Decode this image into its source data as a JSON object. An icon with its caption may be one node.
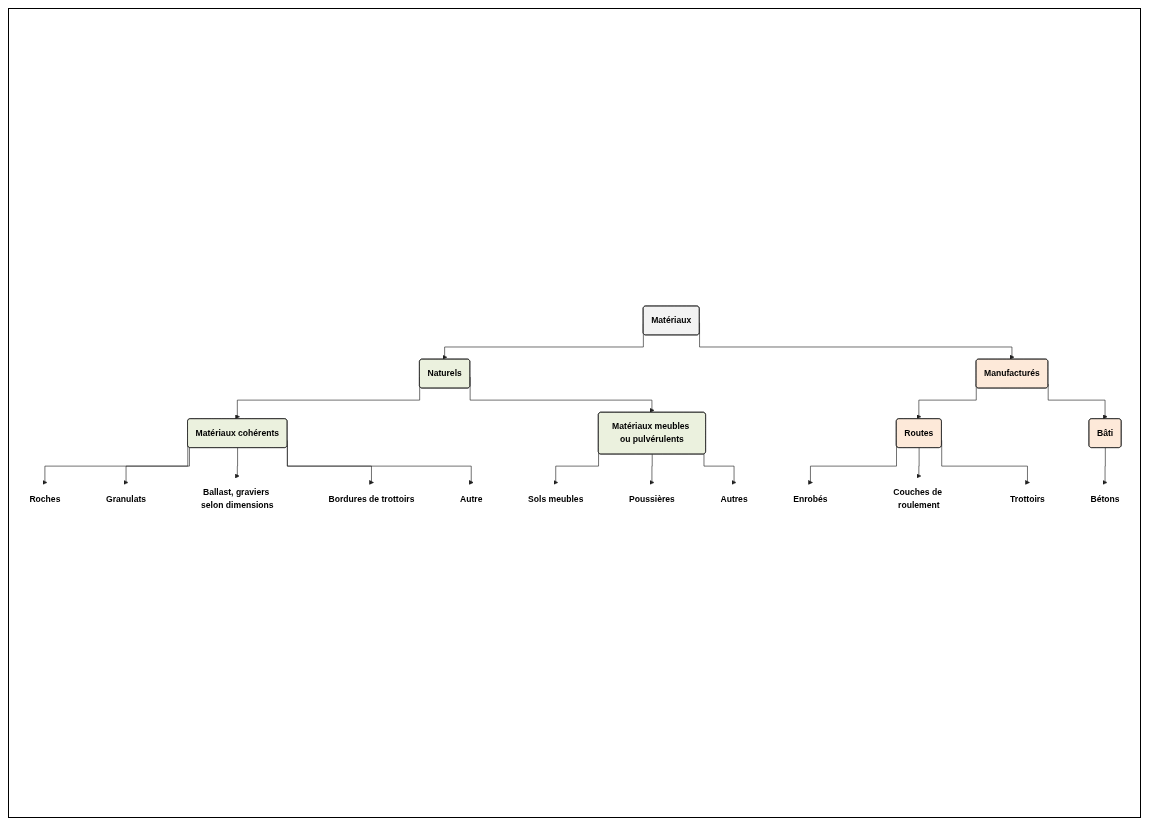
{
  "diagram": {
    "nodes": [
      {
        "text": [
          "Matériaux"
        ]
      },
      {
        "text": [
          "Naturels"
        ]
      },
      {
        "text": [
          "Manufacturés"
        ]
      },
      {
        "text": [
          "Matériaux cohérents"
        ]
      },
      {
        "text": [
          "Matériaux meubles ou pulvérulents"
        ]
      },
      {
        "text": [
          "Routes"
        ]
      },
      {
        "text": [
          "Bâti"
        ]
      },
      {
        "text": [
          "Roches"
        ]
      },
      {
        "text": [
          "Granulats"
        ]
      },
      {
        "text": [
          "Ballast, graviers selon dimensions"
        ]
      },
      {
        "text": [
          "Bordures de trottoirs"
        ]
      },
      {
        "text": [
          "Autre"
        ]
      },
      {
        "text": [
          "Sols meubles"
        ]
      },
      {
        "text": [
          "Poussières"
        ]
      },
      {
        "text": [
          "Autres"
        ]
      },
      {
        "text": [
          "Enrobés"
        ]
      },
      {
        "text": [
          "Couches de roulement"
        ]
      },
      {
        "text": [
          "Trottoirs"
        ]
      },
      {
        "text": [
          "Bétons"
        ]
      }
    ],
    "edges": [
      {
        "from": 0,
        "to": 1,
        "arrow": "to"
      },
      {
        "from": 0,
        "to": 2,
        "arrow": "to"
      },
      {
        "from": 1,
        "to": 3,
        "arrow": "to"
      },
      {
        "from": 1,
        "to": 4,
        "arrow": "to"
      },
      {
        "from": 2,
        "to": 5,
        "arrow": "to"
      },
      {
        "from": 2,
        "to": 6,
        "arrow": "to"
      },
      {
        "from": 3,
        "to": 7,
        "arrow": "to"
      },
      {
        "from": 3,
        "to": 8,
        "arrow": "to"
      },
      {
        "from": 3,
        "to": 9,
        "arrow": "to"
      },
      {
        "from": 3,
        "to": 10,
        "arrow": "to"
      },
      {
        "from": 3,
        "to": 11,
        "arrow": "to"
      },
      {
        "from": 4,
        "to": 12,
        "arrow": "to"
      },
      {
        "from": 4,
        "to": 13,
        "arrow": "to"
      },
      {
        "from": 4,
        "to": 14,
        "arrow": "to"
      },
      {
        "from": 5,
        "to": 15,
        "arrow": "to"
      },
      {
        "from": 5,
        "to": 16,
        "arrow": "to"
      },
      {
        "from": 5,
        "to": 17,
        "arrow": "to"
      },
      {
        "from": 6,
        "to": 18,
        "arrow": "to"
      }
    ]
  }
}
